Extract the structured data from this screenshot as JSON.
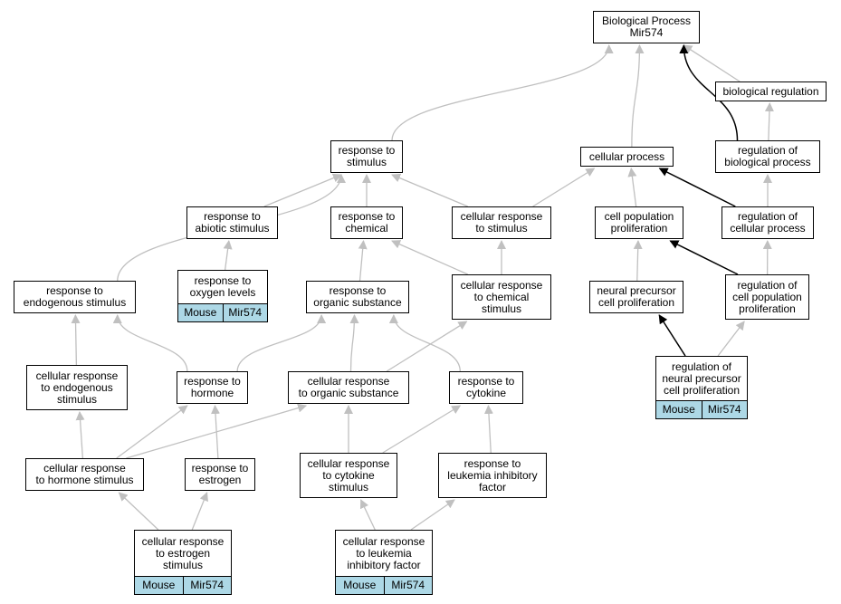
{
  "nodes": [
    {
      "id": "bp",
      "label": "Biological Process\nMir574"
    },
    {
      "id": "breg",
      "label": "biological regulation"
    },
    {
      "id": "rts",
      "label": "response to\nstimulus"
    },
    {
      "id": "cp",
      "label": "cellular process"
    },
    {
      "id": "rbp",
      "label": "regulation of\nbiological process"
    },
    {
      "id": "rtas",
      "label": "response to\nabiotic stimulus"
    },
    {
      "id": "rtc",
      "label": "response to\nchemical"
    },
    {
      "id": "crts",
      "label": "cellular response\nto stimulus"
    },
    {
      "id": "cpp",
      "label": "cell population\nproliferation"
    },
    {
      "id": "rcp",
      "label": "regulation of\ncellular process"
    },
    {
      "id": "rtes",
      "label": "response to\nendogenous stimulus"
    },
    {
      "id": "rtol",
      "label": "response to\noxygen levels",
      "tags": [
        "Mouse",
        "Mir574"
      ]
    },
    {
      "id": "rtos",
      "label": "response to\norganic substance"
    },
    {
      "id": "crtcs",
      "label": "cellular response\nto chemical\nstimulus"
    },
    {
      "id": "npcp",
      "label": "neural precursor\ncell proliferation"
    },
    {
      "id": "rcpp",
      "label": "regulation of\ncell population\nproliferation"
    },
    {
      "id": "crtes",
      "label": "cellular response\nto endogenous\nstimulus"
    },
    {
      "id": "rth",
      "label": "response to\nhormone"
    },
    {
      "id": "crtos",
      "label": "cellular response\nto organic substance"
    },
    {
      "id": "rtcy",
      "label": "response to\ncytokine"
    },
    {
      "id": "rnpcp",
      "label": "regulation of\nneural precursor\ncell proliferation",
      "tags": [
        "Mouse",
        "Mir574"
      ]
    },
    {
      "id": "crths",
      "label": "cellular response\nto hormone stimulus"
    },
    {
      "id": "rtest",
      "label": "response to\nestrogen"
    },
    {
      "id": "crtcys",
      "label": "cellular response\nto cytokine\nstimulus"
    },
    {
      "id": "rtlif",
      "label": "response to\nleukemia inhibitory\nfactor"
    },
    {
      "id": "crtest",
      "label": "cellular response\nto estrogen\nstimulus",
      "tags": [
        "Mouse",
        "Mir574"
      ]
    },
    {
      "id": "crtlif",
      "label": "cellular response\nto leukemia\ninhibitory factor",
      "tags": [
        "Mouse",
        "Mir574"
      ]
    }
  ],
  "edges": [
    {
      "from": "breg",
      "to": "bp"
    },
    {
      "from": "rts",
      "to": "bp"
    },
    {
      "from": "cp",
      "to": "bp"
    },
    {
      "from": "rbp",
      "to": "bp",
      "style": "dark"
    },
    {
      "from": "rbp",
      "to": "breg"
    },
    {
      "from": "rtas",
      "to": "rts"
    },
    {
      "from": "rtc",
      "to": "rts"
    },
    {
      "from": "crts",
      "to": "rts"
    },
    {
      "from": "rtes",
      "to": "rts"
    },
    {
      "from": "crts",
      "to": "cp"
    },
    {
      "from": "cpp",
      "to": "cp"
    },
    {
      "from": "rcp",
      "to": "cp",
      "style": "dark"
    },
    {
      "from": "rcp",
      "to": "rbp"
    },
    {
      "from": "rtol",
      "to": "rtas"
    },
    {
      "from": "rtos",
      "to": "rtc"
    },
    {
      "from": "crtcs",
      "to": "rtc"
    },
    {
      "from": "crtcs",
      "to": "crts"
    },
    {
      "from": "npcp",
      "to": "cpp"
    },
    {
      "from": "rcpp",
      "to": "cpp",
      "style": "dark"
    },
    {
      "from": "rcpp",
      "to": "rcp"
    },
    {
      "from": "crtes",
      "to": "rtes"
    },
    {
      "from": "rth",
      "to": "rtes"
    },
    {
      "from": "rth",
      "to": "rtos"
    },
    {
      "from": "crtos",
      "to": "rtos"
    },
    {
      "from": "crtos",
      "to": "crtcs"
    },
    {
      "from": "rtcy",
      "to": "rtos"
    },
    {
      "from": "rnpcp",
      "to": "npcp",
      "style": "dark"
    },
    {
      "from": "rnpcp",
      "to": "rcpp"
    },
    {
      "from": "crths",
      "to": "crtes"
    },
    {
      "from": "crths",
      "to": "rth"
    },
    {
      "from": "crths",
      "to": "crtos"
    },
    {
      "from": "rtest",
      "to": "rth"
    },
    {
      "from": "crtcys",
      "to": "crtos"
    },
    {
      "from": "crtcys",
      "to": "rtcy"
    },
    {
      "from": "rtlif",
      "to": "rtcy"
    },
    {
      "from": "crtest",
      "to": "crths"
    },
    {
      "from": "crtest",
      "to": "rtest"
    },
    {
      "from": "crtlif",
      "to": "crtcys"
    },
    {
      "from": "crtlif",
      "to": "rtlif"
    }
  ],
  "colors": {
    "edge": "#c0c0c0",
    "edge_dark": "#000000",
    "tag": "#add8e6",
    "border": "#000000"
  }
}
